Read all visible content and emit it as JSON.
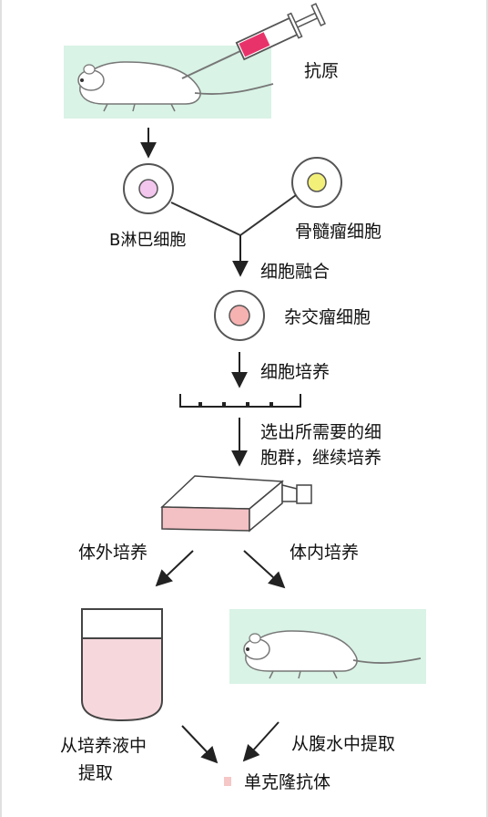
{
  "labels": {
    "antigen": "抗原",
    "b_cell": "B淋巴细胞",
    "myeloma": "骨髓瘤细胞",
    "fusion": "细胞融合",
    "hybridoma": "杂交瘤细胞",
    "culture": "细胞培养",
    "select_line1": "选出所需要的细",
    "select_line2": "胞群，继续培养",
    "in_vitro": "体外培养",
    "in_vivo": "体内培养",
    "extract_medium_line1": "从培养液中",
    "extract_medium_line2": "提取",
    "extract_ascites": "从腹水中提取",
    "antibody": "单克隆抗体"
  },
  "colors": {
    "panel": "#d9f3e6",
    "b_cell_nucleus": "#f3c6ee",
    "myeloma_nucleus": "#f3f07a",
    "hybridoma_nucleus": "#f6b1b1",
    "flask_medium": "#f3c0c4",
    "tube_medium": "#f6d8dc",
    "syringe_liquid": "#e8336a",
    "antibody_dot": "#f5c7c7"
  },
  "icons": {
    "syringe": "syringe-icon",
    "mouse_top": "mouse-icon",
    "mouse_bottom": "mouse-icon",
    "flask": "culture-flask-icon",
    "tube": "test-tube-icon",
    "plate": "culture-plate-icon"
  }
}
